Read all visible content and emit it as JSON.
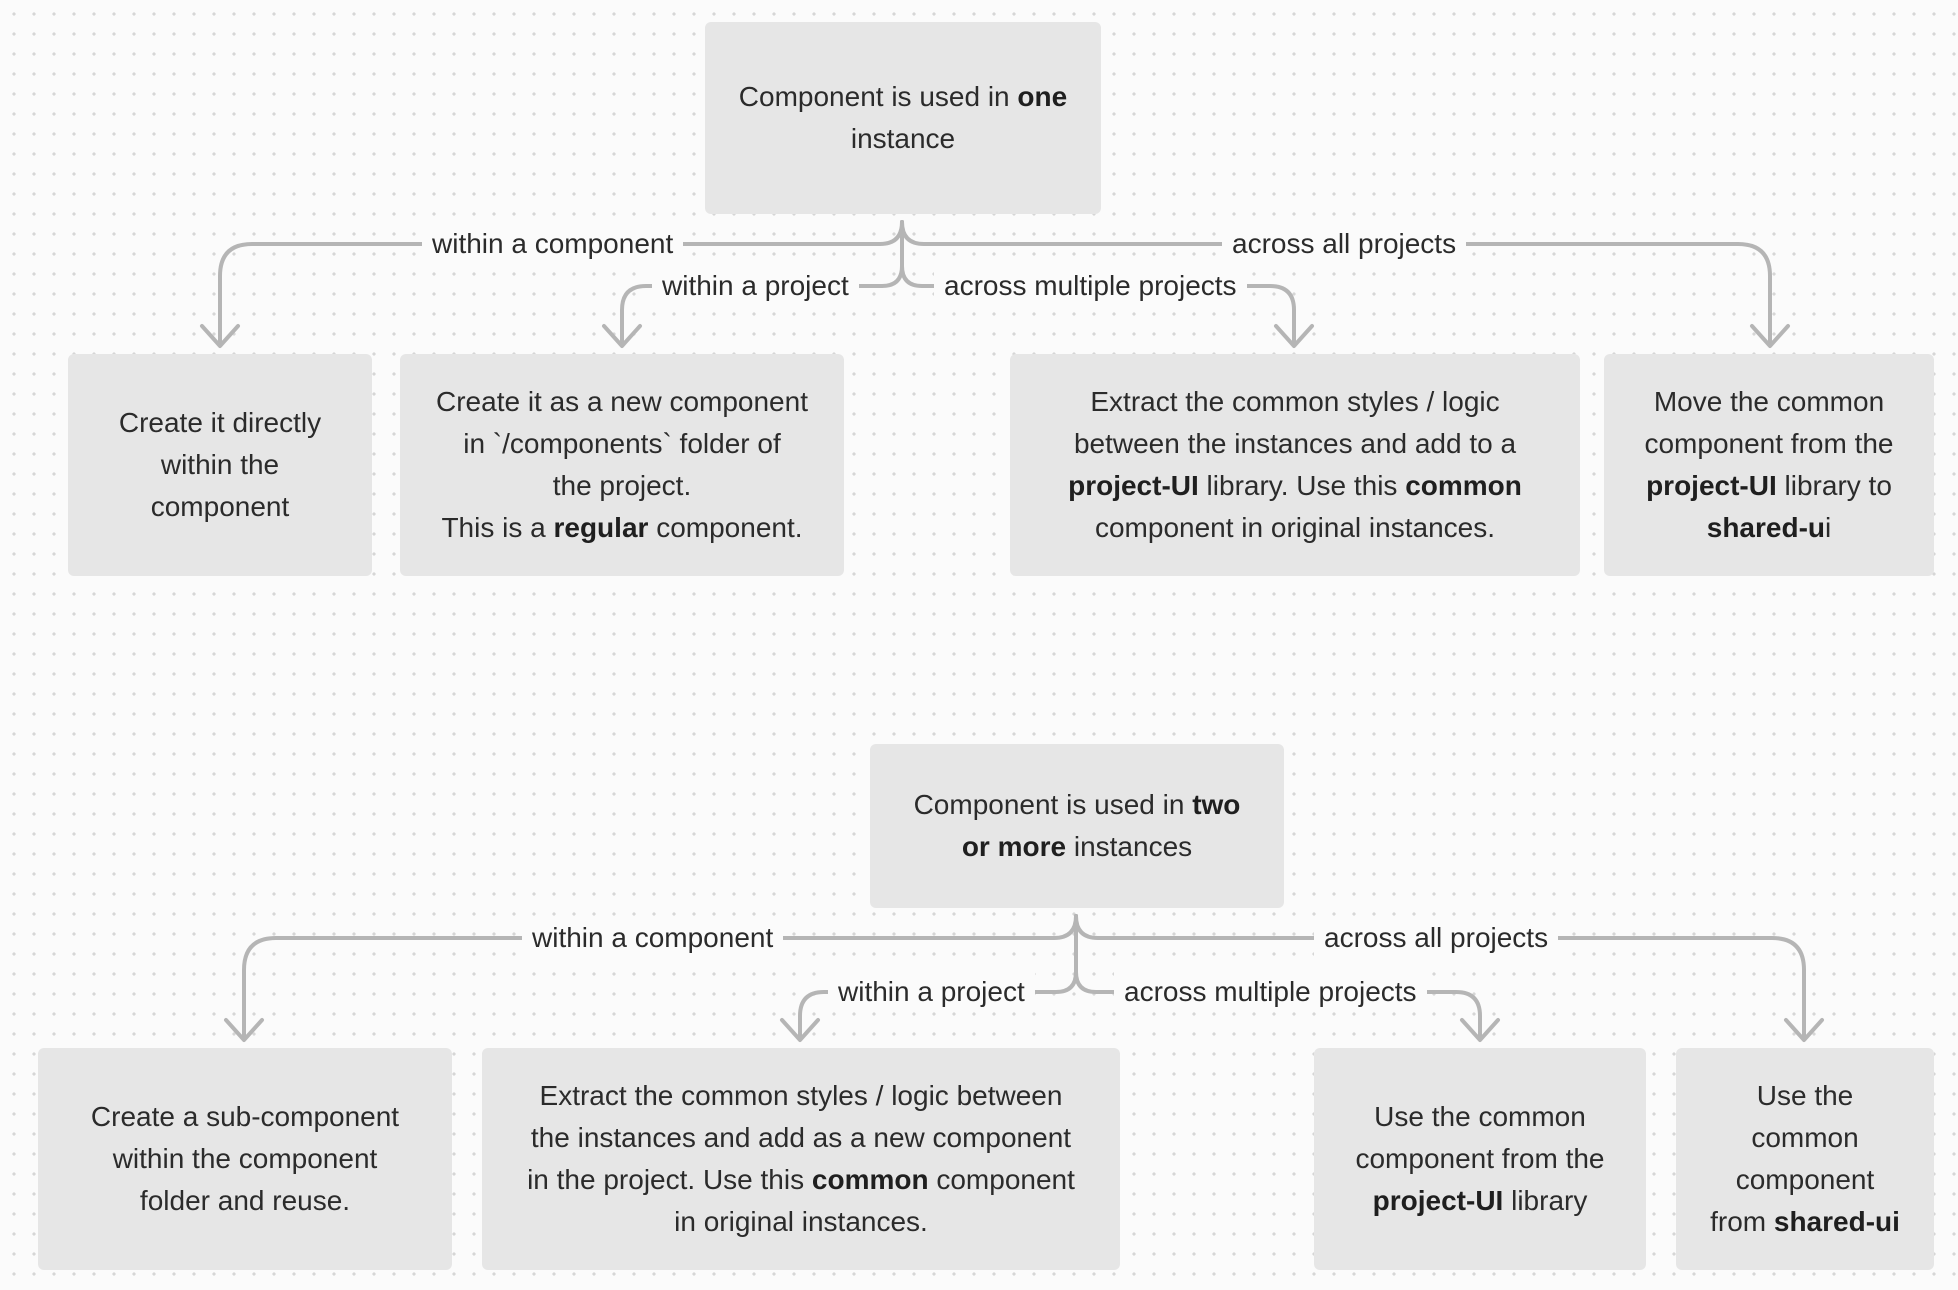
{
  "diagram": {
    "top": {
      "root": {
        "segments": [
          {
            "t": "Component is used in ",
            "b": false
          },
          {
            "t": "one",
            "b": true
          },
          {
            "t": "\ninstance",
            "b": false
          }
        ]
      },
      "edges": {
        "within_component": "within a component",
        "within_project": "within a project",
        "across_multiple": "across multiple projects",
        "across_all": "across all projects"
      },
      "leaves": {
        "within_component": {
          "segments": [
            {
              "t": "Create it directly\nwithin the\ncomponent",
              "b": false
            }
          ]
        },
        "within_project": {
          "segments": [
            {
              "t": "Create it as a new component\nin `/components` folder of\nthe project.\nThis is a ",
              "b": false
            },
            {
              "t": "regular",
              "b": true
            },
            {
              "t": " component.",
              "b": false
            }
          ]
        },
        "across_multiple": {
          "segments": [
            {
              "t": "Extract the common styles / logic\nbetween the instances and add to a\n",
              "b": false
            },
            {
              "t": "project-UI",
              "b": true
            },
            {
              "t": " library. Use this ",
              "b": false
            },
            {
              "t": "common",
              "b": true
            },
            {
              "t": "\ncomponent in original instances.",
              "b": false
            }
          ]
        },
        "across_all": {
          "segments": [
            {
              "t": "Move the common\ncomponent from the\n",
              "b": false
            },
            {
              "t": "project-UI",
              "b": true
            },
            {
              "t": " library to\n",
              "b": false
            },
            {
              "t": "shared-u",
              "b": true
            },
            {
              "t": "i",
              "b": false
            }
          ]
        }
      }
    },
    "bottom": {
      "root": {
        "segments": [
          {
            "t": "Component is used in ",
            "b": false
          },
          {
            "t": "two\nor more",
            "b": true
          },
          {
            "t": " instances",
            "b": false
          }
        ]
      },
      "edges": {
        "within_component": "within a component",
        "within_project": "within a project",
        "across_multiple": "across multiple projects",
        "across_all": "across all projects"
      },
      "leaves": {
        "within_component": {
          "segments": [
            {
              "t": "Create a sub-component\nwithin the component\nfolder and reuse.",
              "b": false
            }
          ]
        },
        "within_project": {
          "segments": [
            {
              "t": "Extract the common styles / logic between\nthe instances and add as a new component\nin the project. Use this ",
              "b": false
            },
            {
              "t": "common",
              "b": true
            },
            {
              "t": " component\nin original instances.",
              "b": false
            }
          ]
        },
        "across_multiple": {
          "segments": [
            {
              "t": "Use the common\ncomponent from the\n",
              "b": false
            },
            {
              "t": "project-UI",
              "b": true
            },
            {
              "t": " library",
              "b": false
            }
          ]
        },
        "across_all": {
          "segments": [
            {
              "t": "Use the\ncommon\ncomponent\nfrom ",
              "b": false
            },
            {
              "t": "shared-ui",
              "b": true
            }
          ]
        }
      }
    }
  },
  "colors": {
    "node_fill": "#e6e6e6",
    "connector": "#b5b5b5",
    "text": "#2b2b2b",
    "background": "#fbfbfb"
  }
}
